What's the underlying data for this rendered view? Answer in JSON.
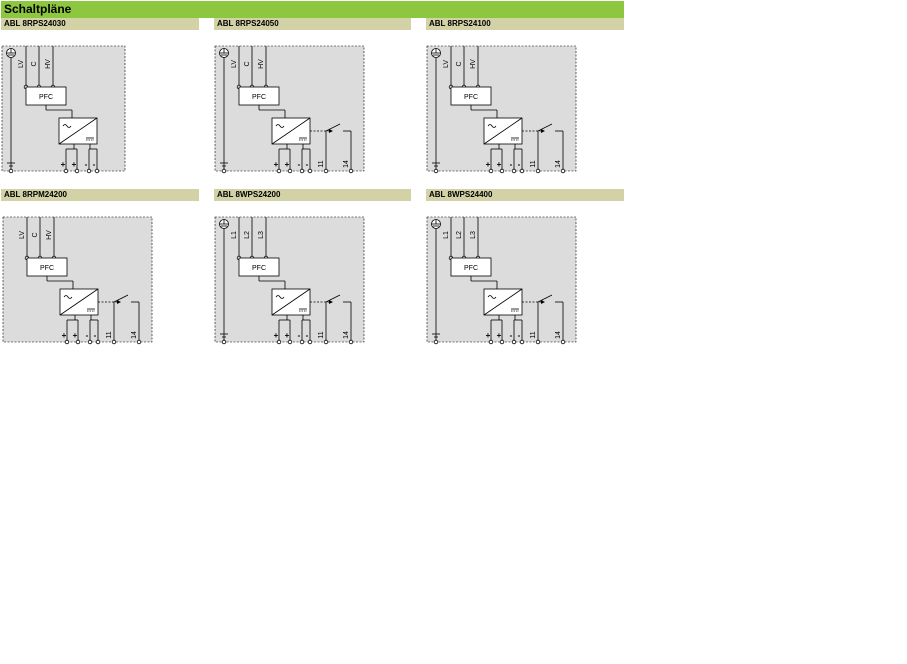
{
  "page": {
    "title": "Schaltpläne"
  },
  "colors": {
    "title_bar": "#8dc63f",
    "header_bar": "#d2d2a6",
    "panel": "#dcdcdc",
    "line": "#000000"
  },
  "diagrams": [
    {
      "model": "ABL 8RPS24030",
      "earth_symbol": "protective-earth",
      "inputs": [
        "LV",
        "C",
        "HV"
      ],
      "block": "PFC",
      "outputs": [
        "+",
        "+",
        "-",
        "-"
      ],
      "relay": null
    },
    {
      "model": "ABL 8RPS24050",
      "earth_symbol": "protective-earth",
      "inputs": [
        "LV",
        "C",
        "HV"
      ],
      "block": "PFC",
      "outputs": [
        "+",
        "+",
        "-",
        "-"
      ],
      "relay": [
        "11",
        "14"
      ]
    },
    {
      "model": "ABL 8RPS24100",
      "earth_symbol": "protective-earth",
      "inputs": [
        "LV",
        "C",
        "HV"
      ],
      "block": "PFC",
      "outputs": [
        "+",
        "+",
        "-",
        "-"
      ],
      "relay": [
        "11",
        "14"
      ]
    },
    {
      "model": "ABL 8RPM24200",
      "earth_symbol": null,
      "inputs": [
        "LV",
        "C",
        "HV"
      ],
      "block": "PFC",
      "outputs": [
        "+",
        "+",
        "-",
        "-"
      ],
      "relay": [
        "11",
        "14"
      ]
    },
    {
      "model": "ABL 8WPS24200",
      "earth_symbol": "protective-earth",
      "inputs": [
        "L1",
        "L2",
        "L3"
      ],
      "block": "PFC",
      "outputs": [
        "+",
        "+",
        "-",
        "-"
      ],
      "relay": [
        "11",
        "14"
      ]
    },
    {
      "model": "ABL 8WPS24400",
      "earth_symbol": "protective-earth",
      "inputs": [
        "L1",
        "L2",
        "L3"
      ],
      "block": "PFC",
      "outputs": [
        "+",
        "+",
        "-",
        "-"
      ],
      "relay": [
        "11",
        "14"
      ]
    }
  ]
}
